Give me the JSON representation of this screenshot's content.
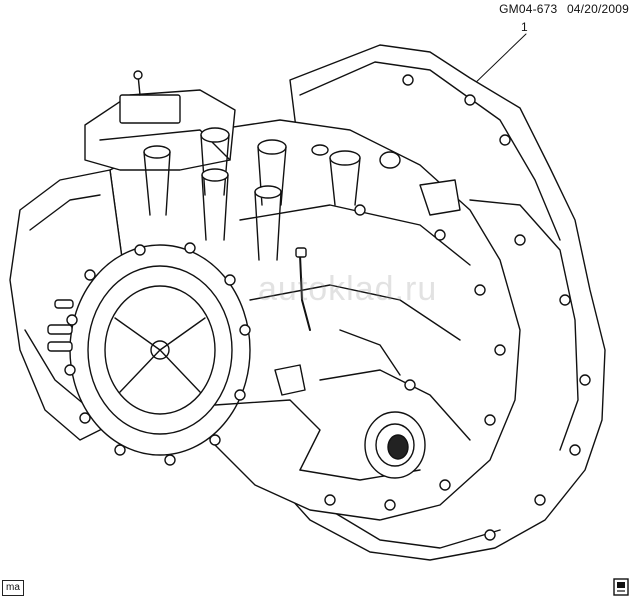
{
  "header": {
    "code": "GM04-673",
    "date": "04/20/2009"
  },
  "callout": {
    "number": "1"
  },
  "watermark": {
    "text": "autoklad.ru"
  },
  "corner_tag": {
    "text": "ma"
  },
  "icons": {
    "sheet": "document-sheet-icon"
  }
}
